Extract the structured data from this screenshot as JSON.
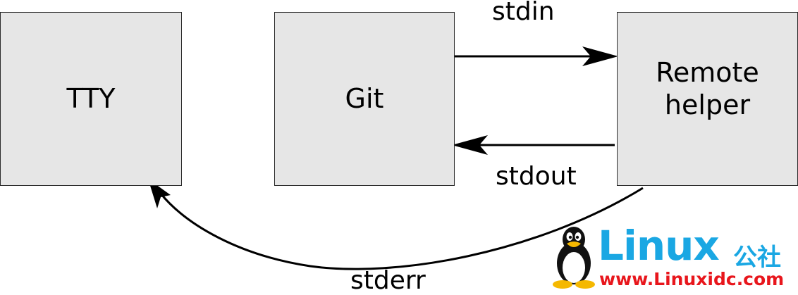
{
  "nodes": {
    "tty": "TTY",
    "git": "Git",
    "remote_helper": "Remote\nhelper"
  },
  "edges": {
    "stdin": "stdin",
    "stdout": "stdout",
    "stderr": "stderr"
  },
  "watermark": {
    "brand": "Linux",
    "brand_cn": "公社",
    "url": "www.Linuxidc.com"
  },
  "colors": {
    "box_fill": "#e6e6e6",
    "line": "#000000",
    "watermark_blue": "#1aa7e3",
    "watermark_red": "#e8161c"
  }
}
